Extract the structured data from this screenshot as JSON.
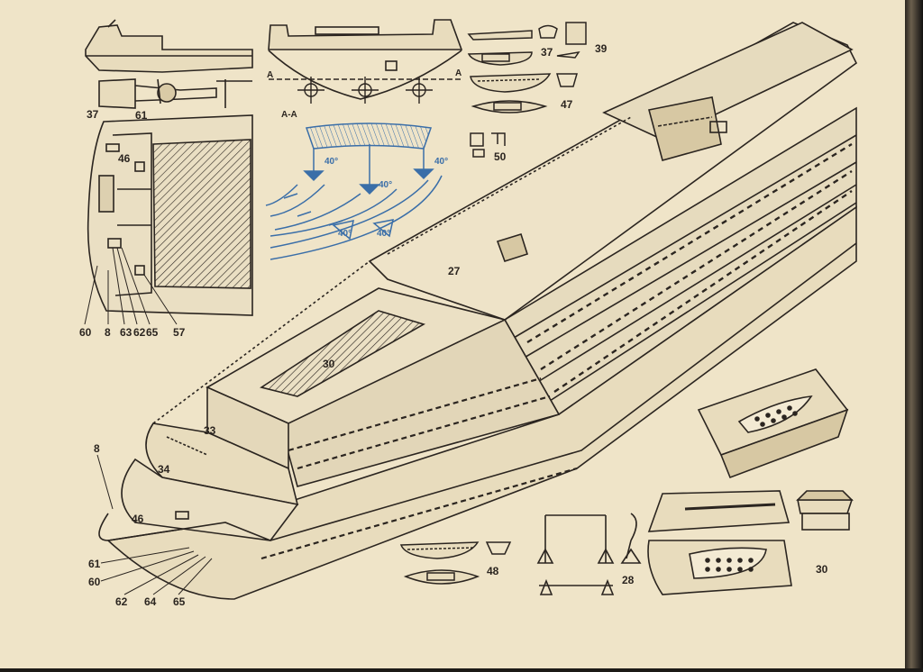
{
  "page": {
    "paper_color": "#efe4c8",
    "ink_color": "#2b2520",
    "blue_ink_color": "#3a6ea8"
  },
  "labels": {
    "stern_top": "37",
    "stern_left": "61",
    "stern_mid": "46",
    "deck_plan_bottom": [
      "60",
      "8",
      "63",
      "62",
      "65",
      "57"
    ],
    "section_a_left": "A",
    "section_a_right": "A",
    "section_title": "A-A",
    "angle_left": "40°",
    "angle_mid": "40°",
    "angle_right": "40°",
    "angle_low_left": "40°",
    "angle_low_right": "40°",
    "boat_37": "37",
    "boat_39": "39",
    "boat_47": "47",
    "fitting_50": "50",
    "deck_27": "27",
    "deck_30": "30",
    "deck_33": "33",
    "deck_34": "34",
    "bow_8": "8",
    "bow_46": "46",
    "bow_61": "61",
    "bow_60": "60",
    "bow_62": "62",
    "bow_64": "64",
    "bow_65": "65",
    "boat_48": "48",
    "davit_28": "28",
    "roof_30": "30"
  }
}
